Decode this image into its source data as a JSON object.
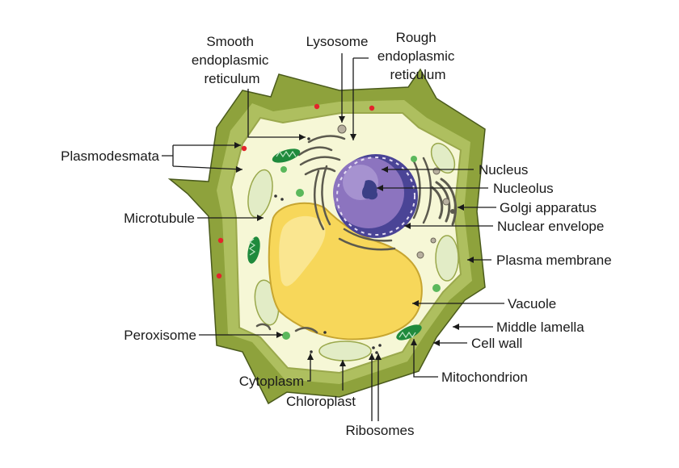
{
  "diagram": {
    "colors": {
      "cell_wall": "#8ea23c",
      "cell_wall_outline": "#4a5a1c",
      "cytoplasm": "#f6f7d6",
      "vacuole": "#f7d75a",
      "nucleus": "#8c74bf",
      "nucleolus": "#3b3f86",
      "chloroplast": "#e2ecc6",
      "mitochondrion": "#1f8a3c",
      "golgi": "#5c5a4e",
      "er": "#5c5a4e",
      "plasmodesmata_dot": "#e3242b",
      "peroxisome": "#5bb85c",
      "leader": "#1a1a1a"
    },
    "labels": {
      "smooth_er": [
        "Smooth",
        "endoplasmic",
        "reticulum"
      ],
      "lysosome": "Lysosome",
      "rough_er": [
        "Rough",
        "endoplasmic",
        "reticulum"
      ],
      "plasmodesmata": "Plasmodesmata",
      "nucleus": "Nucleus",
      "nucleolus": "Nucleolus",
      "golgi": "Golgi apparatus",
      "nuclear_envelope": "Nuclear envelope",
      "microtubule": "Microtubule",
      "plasma_membrane": "Plasma membrane",
      "vacuole": "Vacuole",
      "middle_lamella": "Middle lamella",
      "peroxisome": "Peroxisome",
      "cell_wall": "Cell wall",
      "cytoplasm": "Cytoplasm",
      "mitochondrion": "Mitochondrion",
      "chloroplast": "Chloroplast",
      "ribosomes": "Ribosomes"
    }
  }
}
